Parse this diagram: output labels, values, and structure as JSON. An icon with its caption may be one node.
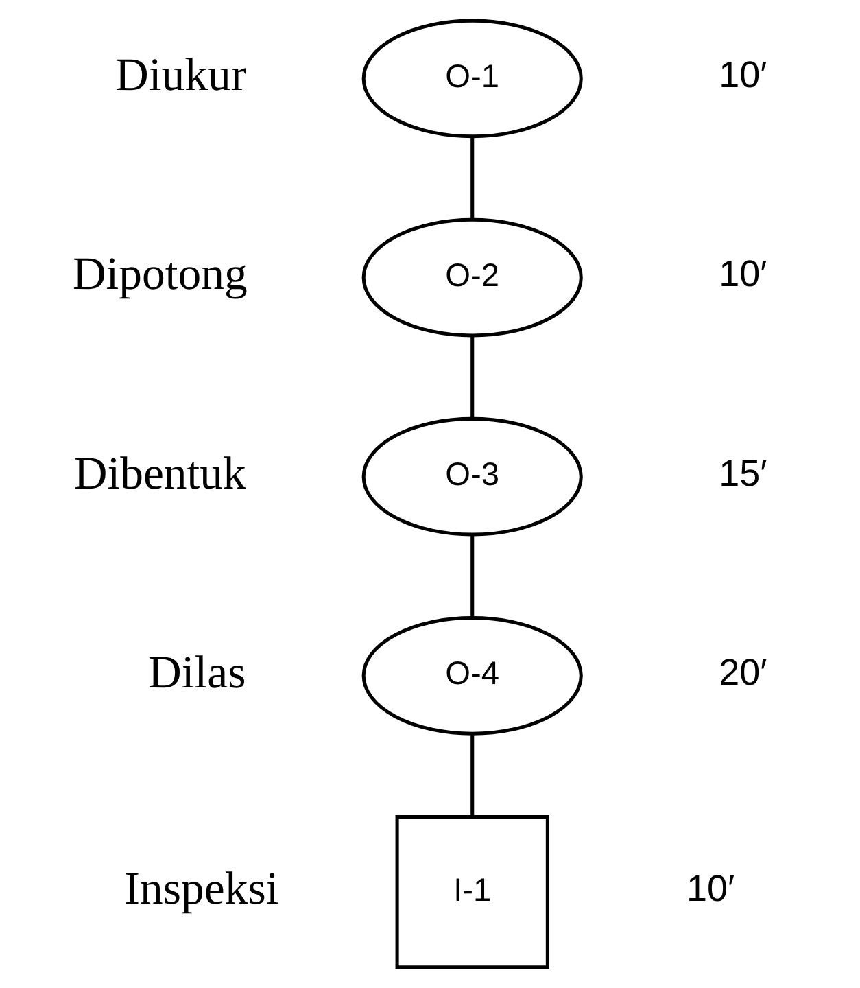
{
  "diagram": {
    "nodes": [
      {
        "text": [
          "O-1"
        ],
        "beside": [
          "Diukur",
          "10′"
        ]
      },
      {
        "text": [
          "O-2"
        ],
        "beside": [
          "Dipotong",
          "10′"
        ]
      },
      {
        "text": [
          "O-3"
        ],
        "beside": [
          "Dibentuk",
          "15′"
        ]
      },
      {
        "text": [
          "O-4"
        ],
        "beside": [
          "Dilas",
          "20′"
        ]
      },
      {
        "text": [
          "I-1"
        ],
        "beside": [
          "Inspeksi",
          "10′"
        ]
      }
    ],
    "edges": [
      {
        "from": 0,
        "to": 1,
        "arrow": "none"
      },
      {
        "from": 1,
        "to": 2,
        "arrow": "none"
      },
      {
        "from": 2,
        "to": 3,
        "arrow": "none"
      },
      {
        "from": 3,
        "to": 4,
        "arrow": "none"
      }
    ]
  }
}
